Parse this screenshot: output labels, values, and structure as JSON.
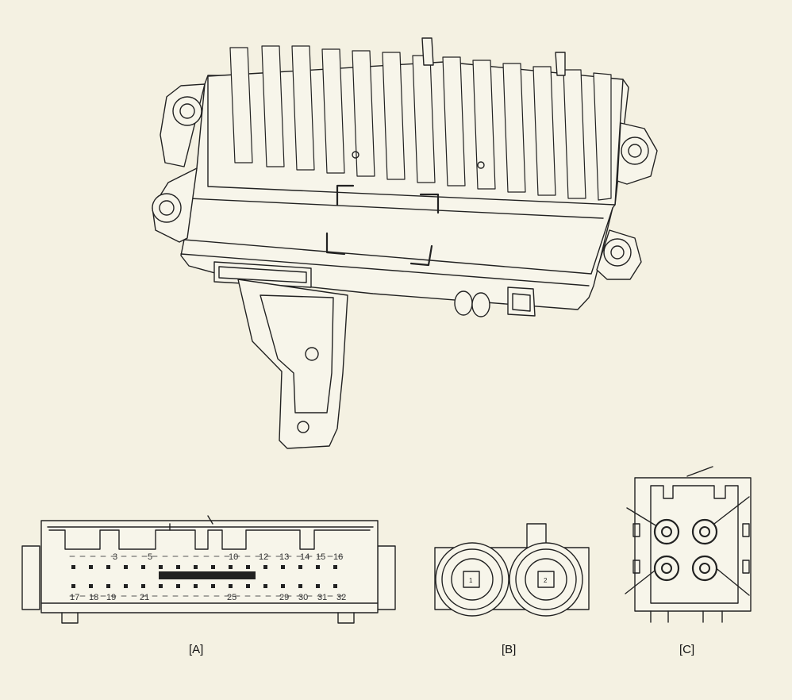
{
  "connector_labels": {
    "a": "[A]",
    "b": "[B]",
    "c": "[C]"
  },
  "connector_a": {
    "top_row_pins": [
      "3",
      "5",
      "10",
      "12",
      "13",
      "14",
      "15",
      "16"
    ],
    "bottom_row_pins": [
      "17",
      "18",
      "19",
      "21",
      "25",
      "29",
      "30",
      "31",
      "32"
    ]
  },
  "connector_b": {
    "terminals": [
      "1",
      "2"
    ]
  }
}
